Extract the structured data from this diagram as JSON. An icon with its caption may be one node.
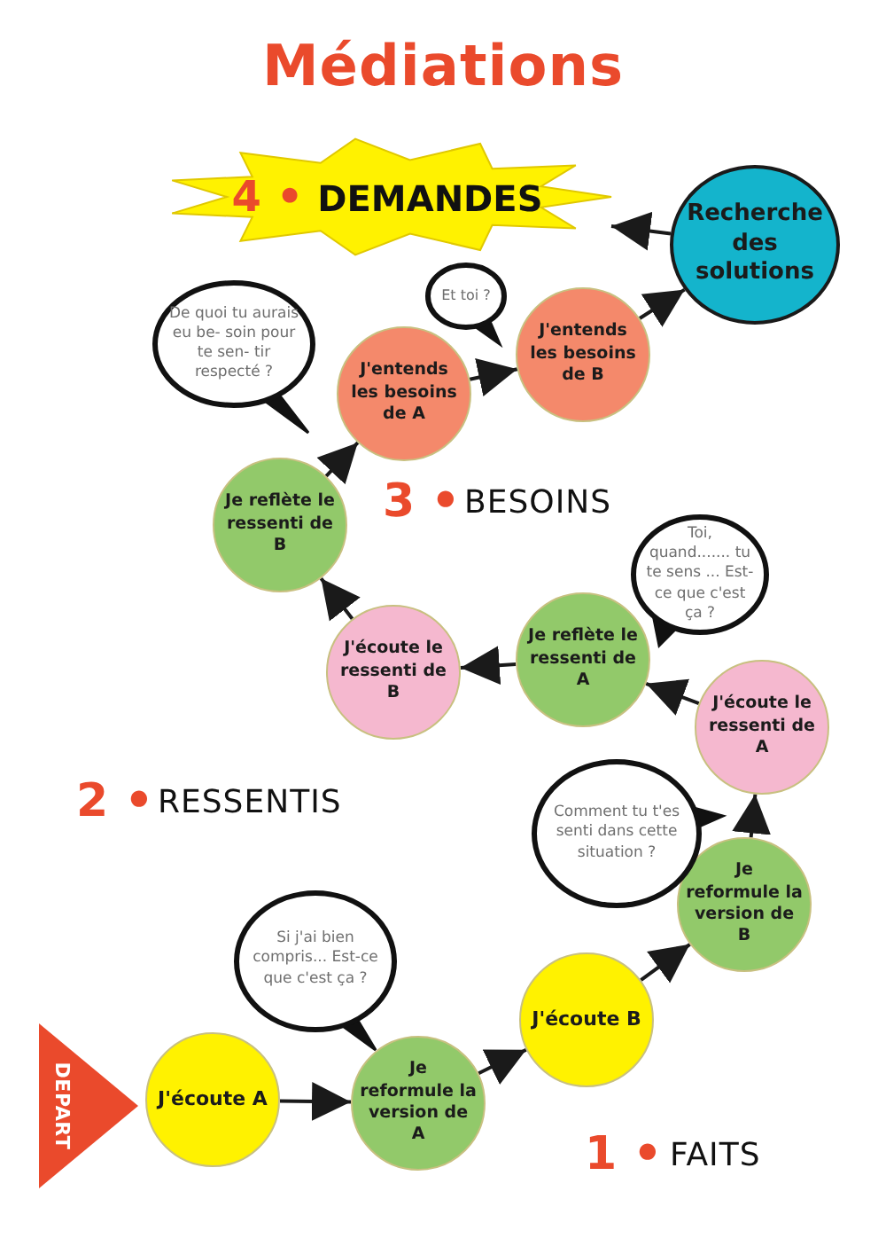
{
  "diagram": {
    "title": "Médiations",
    "nodes": [
      {
        "text": [
          "DEPART"
        ]
      },
      {
        "text": [
          "J'écoute A"
        ]
      },
      {
        "text": [
          "Je reformule la version de A"
        ]
      },
      {
        "text": [
          "J'écoute B"
        ]
      },
      {
        "text": [
          "Je reformule la version de B"
        ]
      },
      {
        "text": [
          "J'écoute le ressenti de A"
        ]
      },
      {
        "text": [
          "Je reflète le ressenti de A"
        ]
      },
      {
        "text": [
          "J'écoute le ressenti de B"
        ]
      },
      {
        "text": [
          "Je reflète le ressenti de B"
        ]
      },
      {
        "text": [
          "J'entends les besoins de A"
        ]
      },
      {
        "text": [
          "J'entends les besoins de B"
        ]
      },
      {
        "text": [
          "Recherche des solutions"
        ]
      },
      {
        "text": [
          "4 •",
          "DEMANDES"
        ]
      },
      {
        "text": [
          "De quoi tu aurais eu be- soin pour te sen- tir respecté ?"
        ]
      },
      {
        "text": [
          "Et toi ?"
        ]
      },
      {
        "text": [
          "Toi, quand....... tu te sens ... Est-ce que c'est ça ?"
        ]
      },
      {
        "text": [
          "Comment tu t'es senti dans cette situation ?"
        ]
      },
      {
        "text": [
          "Si j'ai bien compris... Est-ce que c'est ça ?"
        ]
      }
    ],
    "edges": [
      {
        "from": 1,
        "to": 2,
        "arrow": "to"
      },
      {
        "from": 2,
        "to": 3,
        "arrow": "to"
      },
      {
        "from": 3,
        "to": 4,
        "arrow": "to"
      },
      {
        "from": 4,
        "to": 5,
        "arrow": "to"
      },
      {
        "from": 5,
        "to": 6,
        "arrow": "to"
      },
      {
        "from": 6,
        "to": 7,
        "arrow": "to"
      },
      {
        "from": 7,
        "to": 8,
        "arrow": "to"
      },
      {
        "from": 8,
        "to": 9,
        "arrow": "to"
      },
      {
        "from": 9,
        "to": 10,
        "arrow": "to"
      },
      {
        "from": 10,
        "to": 11,
        "arrow": "to"
      },
      {
        "from": 11,
        "to": 12,
        "arrow": "to"
      }
    ],
    "labels": [
      "3 •",
      "BESOINS",
      "2 •",
      "RESSENTIS",
      "1 •",
      "FAITS"
    ]
  }
}
